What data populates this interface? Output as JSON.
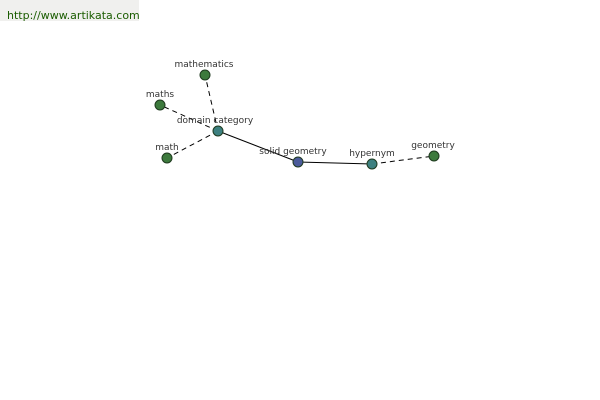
{
  "site_link": "http://www.artikata.com",
  "graph": {
    "nodes": [
      {
        "id": "mathematics",
        "label": "mathematics",
        "color": "#3d7a3d"
      },
      {
        "id": "maths",
        "label": "maths",
        "color": "#3d7a3d"
      },
      {
        "id": "domain_category",
        "label": "domain category",
        "color": "#3d8080"
      },
      {
        "id": "math",
        "label": "math",
        "color": "#3d7a3d"
      },
      {
        "id": "solid_geometry",
        "label": "solid geometry",
        "color": "#4a5a9a"
      },
      {
        "id": "hypernym",
        "label": "hypernym",
        "color": "#3d8080"
      },
      {
        "id": "geometry",
        "label": "geometry",
        "color": "#3d7a3d"
      }
    ],
    "edges": [
      {
        "from": "domain_category",
        "to": "mathematics",
        "style": "dashed"
      },
      {
        "from": "domain_category",
        "to": "maths",
        "style": "dashed"
      },
      {
        "from": "domain_category",
        "to": "math",
        "style": "dashed"
      },
      {
        "from": "solid_geometry",
        "to": "domain_category",
        "style": "solid"
      },
      {
        "from": "solid_geometry",
        "to": "hypernym",
        "style": "solid"
      },
      {
        "from": "hypernym",
        "to": "geometry",
        "style": "dashed"
      }
    ]
  }
}
